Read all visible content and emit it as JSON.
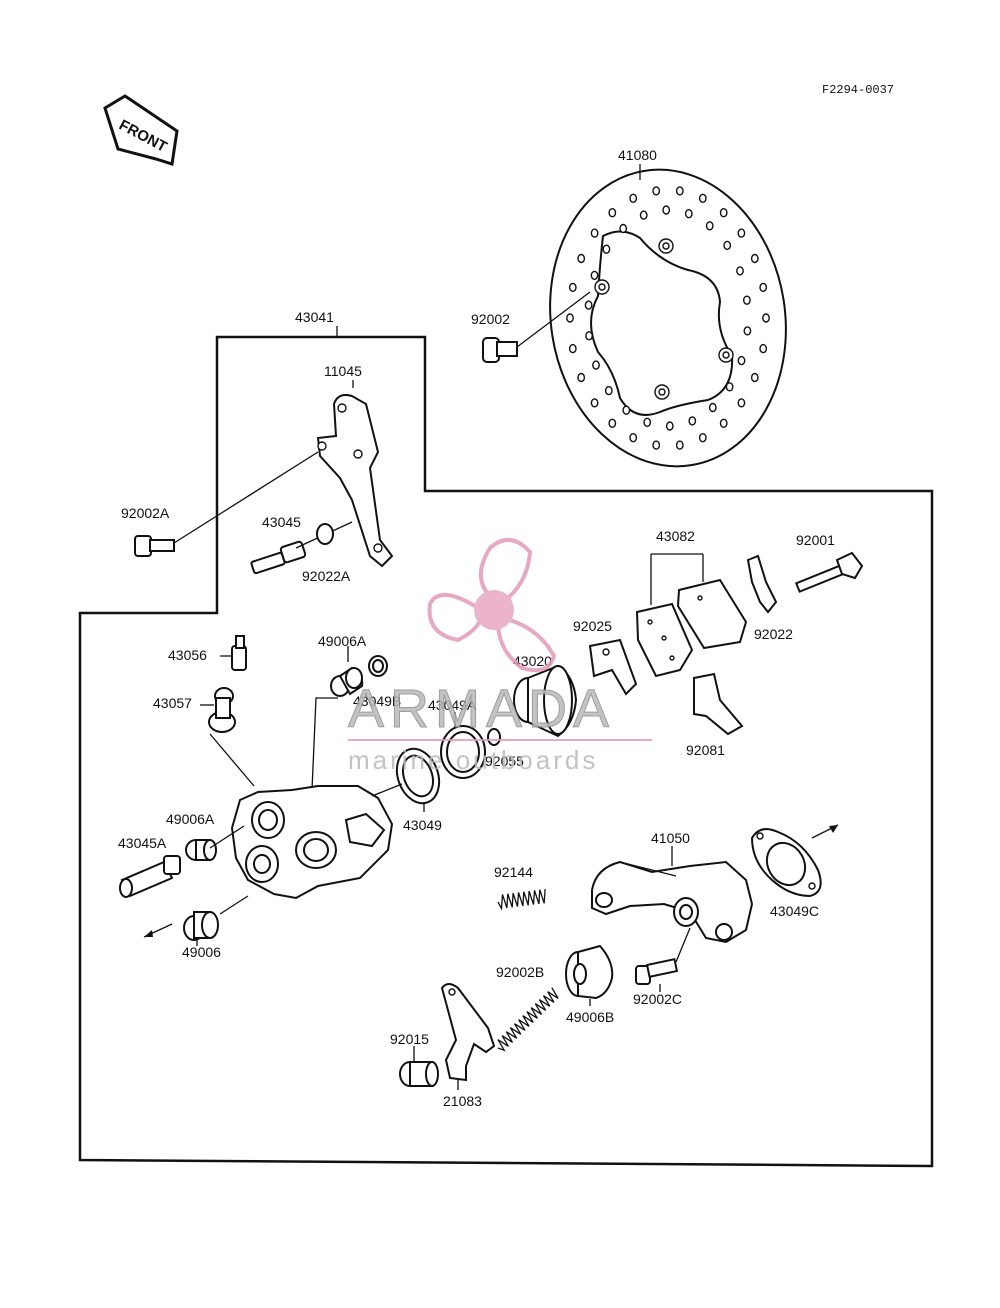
{
  "diagram_code": "F2294-0037",
  "front_label": "FRONT",
  "watermark": {
    "title": "ARMADA",
    "subtitle": "marine outboards",
    "colors": {
      "logo": "#e39ab9",
      "logo_center": "#e8a6c4",
      "text": "#b9b9b9"
    }
  },
  "parts": {
    "p41080": "41080",
    "p92002": "92002",
    "p43041": "43041",
    "p11045": "11045",
    "p92002A": "92002A",
    "p43045": "43045",
    "p92022A": "92022A",
    "p43082": "43082",
    "p92001": "92001",
    "p92025": "92025",
    "p92022": "92022",
    "p43056": "43056",
    "p49006A_top": "49006A",
    "p43057": "43057",
    "p43049B": "43049B",
    "p43049A": "43049A",
    "p43020": "43020",
    "p92055": "92055",
    "p92081": "92081",
    "p49006A_left": "49006A",
    "p43049": "43049",
    "p43045A": "43045A",
    "p41050": "41050",
    "p43049C": "43049C",
    "p92144": "92144",
    "p49006": "49006",
    "p92002B": "92002B",
    "p49006B": "49006B",
    "p92002C": "92002C",
    "p92015": "92015",
    "p21083": "21083"
  }
}
